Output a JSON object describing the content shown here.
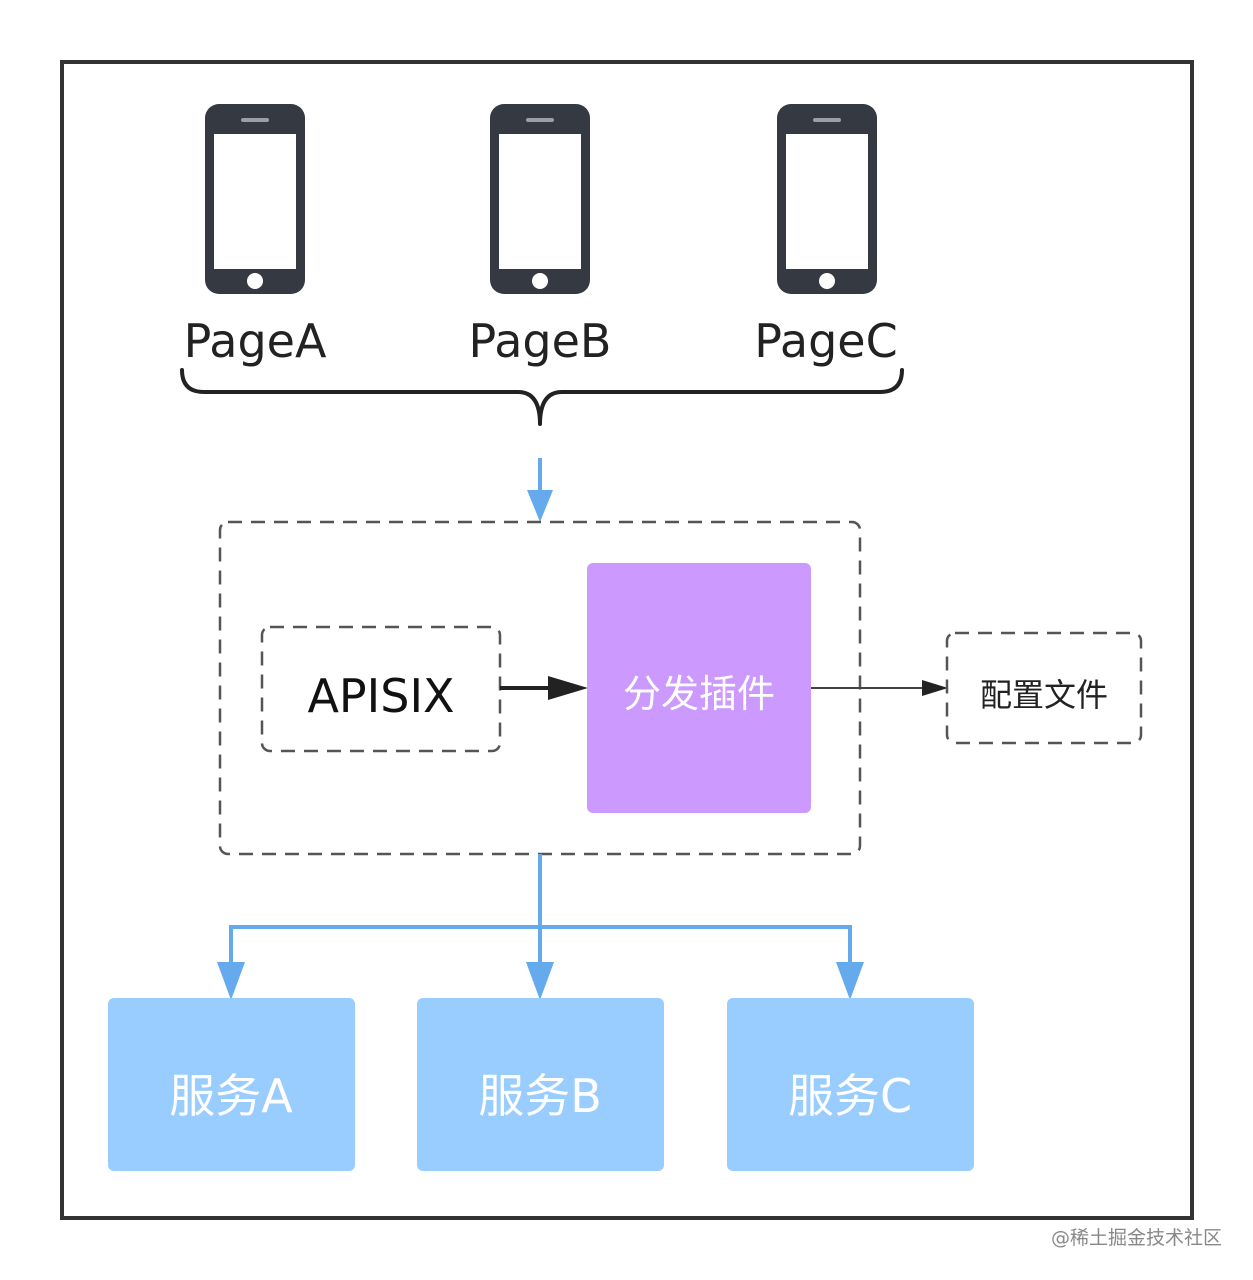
{
  "pages": [
    {
      "label": "PageA"
    },
    {
      "label": "PageB"
    },
    {
      "label": "PageC"
    }
  ],
  "gateway": {
    "apisix_label": "APISIX",
    "plugin_label": "分发插件"
  },
  "config_file_label": "配置文件",
  "services": [
    {
      "label": "服务A"
    },
    {
      "label": "服务B"
    },
    {
      "label": "服务C"
    }
  ],
  "watermark": "@稀土掘金技术社区",
  "colors": {
    "frame": "#333333",
    "phone": "#353a42",
    "dashed": "#555555",
    "plugin_fill": "#cc99ff",
    "service_fill": "#99ccff",
    "flow_arrow": "#66aaee",
    "black_arrow": "#222222",
    "label_text": "#222222",
    "white_text": "#ffffff",
    "watermark_text": "#888888"
  }
}
